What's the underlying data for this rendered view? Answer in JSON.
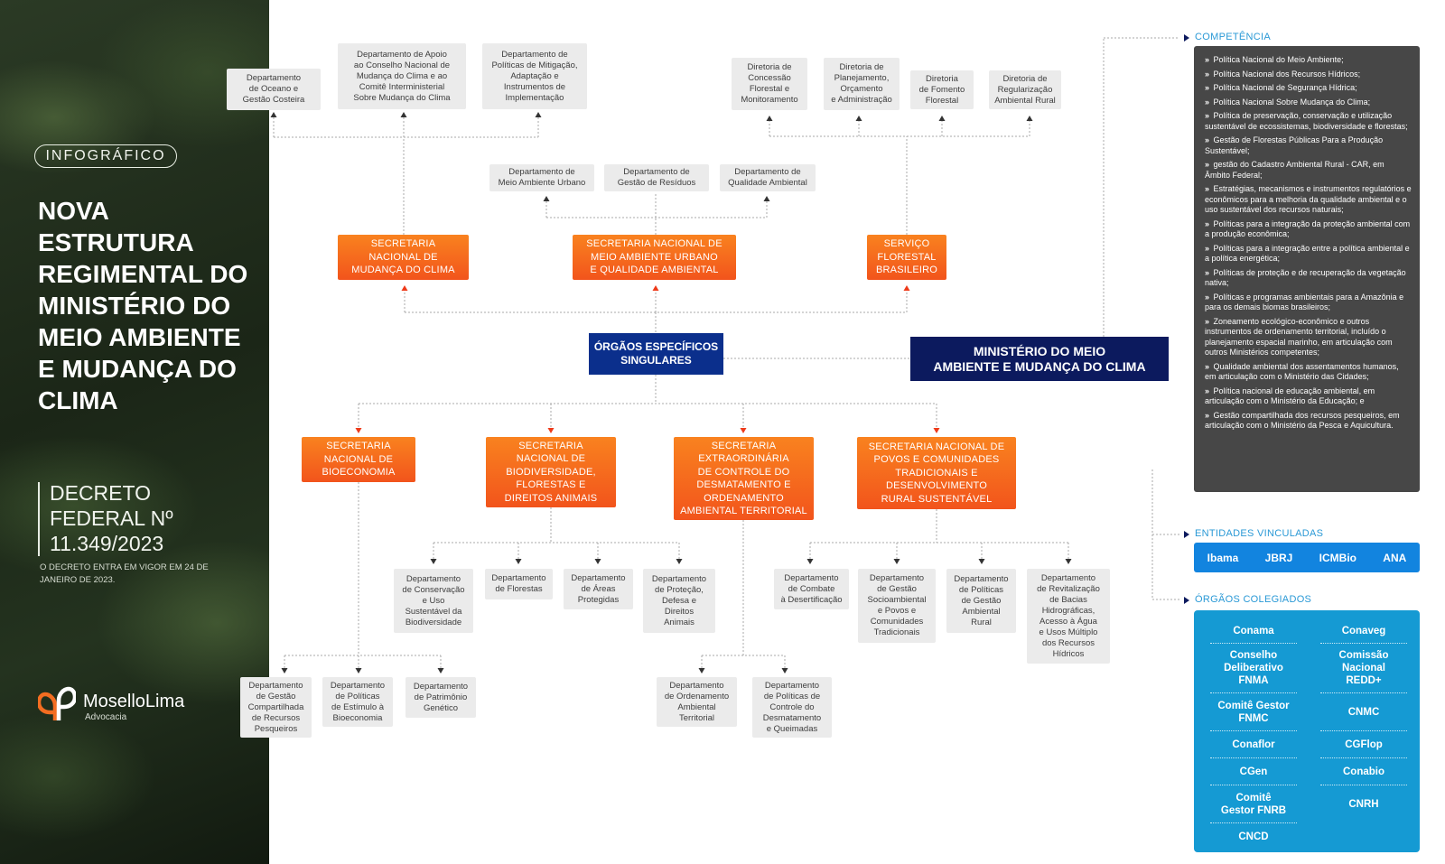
{
  "left": {
    "tag": "INFOGRÁFICO",
    "title": "NOVA ESTRUTURA REGIMENTAL DO MINISTÉRIO DO MEIO AMBIENTE E MUDANÇA DO CLIMA",
    "decree": "DECRETO FEDERAL Nº 11.349/2023",
    "note": "O DECRETO ENTRA EM VIGOR EM 24 DE JANEIRO DE 2023.",
    "logo_name": "MoselloLima",
    "logo_sub": "Advocacia",
    "logo_icon": "tree-logo-icon"
  },
  "org": {
    "ministry": "MINISTÉRIO DO MEIO\nAMBIENTE E MUDANÇA DO CLIMA",
    "orgaos": "ÓRGÃOS ESPECÍFICOS\nSINGULARES",
    "top_secretariats": [
      "SECRETARIA\nNACIONAL DE\nMUDANÇA DO CLIMA",
      "SECRETARIA NACIONAL DE\nMEIO AMBIENTE URBANO\nE QUALIDADE AMBIENTAL",
      "SERVIÇO\nFLORESTAL\nBRASILEIRO"
    ],
    "clima_depts": [
      "Departamento\nde Oceano e\nGestão Costeira",
      "Departamento de Apoio\nao Conselho Nacional de\nMudança do Clima e ao\nComitê Interministerial\nSobre Mudança do Clima",
      "Departamento de\nPolíticas de Mitigação,\nAdaptação  e\nInstrumentos de\nImplementação"
    ],
    "urbano_depts": [
      "Departamento de\nMeio Ambiente Urbano",
      "Departamento de\nGestão de Resíduos",
      "Departamento de\nQualidade Ambiental"
    ],
    "sfb_depts": [
      "Diretoria de\nConcessão\nFlorestal e\nMonitoramento",
      "Diretoria de\nPlanejamento,\nOrçamento\ne Administração",
      "Diretoria\nde Fomento\nFlorestal",
      "Diretoria de\nRegularização\nAmbiental Rural"
    ],
    "bottom_secretariats": [
      "SECRETARIA\nNACIONAL DE\nBIOECONOMIA",
      "SECRETARIA\nNACIONAL DE\nBIODIVERSIDADE,\nFLORESTAS E\nDIREITOS ANIMAIS",
      "SECRETARIA\nEXTRAORDINÁRIA\nDE CONTROLE DO\nDESMATAMENTO E\nORDENAMENTO\nAMBIENTAL TERRITORIAL",
      "SECRETARIA NACIONAL DE\nPOVOS E  COMUNIDADES\nTRADICIONAIS E\nDESENVOLVIMENTO\nRURAL SUSTENTÁVEL"
    ],
    "bio_depts": [
      "Departamento\nde Gestão\nCompartilhada\nde Recursos\nPesqueiros",
      "Departamento\nde Políticas\nde Estímulo à\nBioeconomia",
      "Departamento\nde Patrimônio\nGenético"
    ],
    "biodiv_depts": [
      "Departamento\nde Conservação\ne Uso\nSustentável da\nBiodiversidade",
      "Departamento\nde Florestas",
      "Departamento\nde Áreas\nProtegidas",
      "Departamento\nde Proteção,\nDefesa e\nDireitos\nAnimais"
    ],
    "desmat_depts": [
      "Departamento\nde Ordenamento\nAmbiental\nTerritorial",
      "Departamento\nde Políticas de\nControle do\nDesmatamento\ne Queimadas"
    ],
    "povos_depts": [
      "Departamento\nde Combate\nà Desertificação",
      "Departamento\nde Gestão\nSocioambiental\ne Povos e\nComunidades\nTradicionais",
      "Departamento\nde Políticas\nde Gestão\nAmbiental\nRural",
      "Departamento\nde Revitalização\nde Bacias\nHidrográficas,\nAcesso à Água\ne Usos Múltiplo\ndos Recursos\nHídricos"
    ]
  },
  "competencia": {
    "heading": "COMPETÊNCIA",
    "bullet": "»",
    "items": [
      "Política Nacional do Meio Ambiente;",
      "Política Nacional dos Recursos Hídricos;",
      "Política Nacional de Segurança Hídrica;",
      "Política Nacional Sobre Mudança do Clima;",
      "Política de preservação, conservação e utilização sustentável de ecossistemas, biodiversidade e florestas;",
      "Gestão de Florestas Públicas Para a Produção Sustentável;",
      "gestão do Cadastro Ambiental Rural - CAR, em Âmbito Federal;",
      "Estratégias, mecanismos e instrumentos regulatórios e econômicos para a melhoria da qualidade ambiental e o uso sustentável dos recursos naturais;",
      "Políticas para a integração da proteção ambiental com a produção econômica;",
      "Políticas para a integração entre a política ambiental e a política energética;",
      "Políticas de proteção e de recuperação da vegetação nativa;",
      "Políticas e programas ambientais para a Amazônia e para os demais biomas brasileiros;",
      "Zoneamento ecológico-econômico e outros instrumentos de ordenamento territorial, incluído o planejamento espacial marinho, em articulação com outros Ministérios competentes;",
      "Qualidade ambiental dos assentamentos humanos, em articulação com o Ministério das Cidades;",
      "Política nacional de educação ambiental, em articulação com o Ministério da Educação; e",
      "Gestão compartilhada dos recursos pesqueiros, em articulação com o Ministério da Pesca e Aquicultura."
    ]
  },
  "entidades": {
    "heading": "ENTIDADES VINCULADAS",
    "items": [
      "Ibama",
      "JBRJ",
      "ICMBio",
      "ANA"
    ]
  },
  "orgaos_colegiados": {
    "heading": "ÓRGÃOS COLEGIADOS",
    "left": [
      "Conama",
      "Conselho\nDeliberativo\nFNMA",
      "Comitê Gestor\nFNMC",
      "Conaflor",
      "CGen",
      "Comitê\nGestor FNRB",
      "CNCD"
    ],
    "right": [
      "Conaveg",
      "Comissão\nNacional\nREDD+",
      "CNMC",
      "CGFlop",
      "Conabio",
      "CNRH"
    ]
  },
  "colors": {
    "orange_top": "#f9821f",
    "orange_bottom": "#f2541c",
    "navy": "#0b2f8c",
    "dark_navy": "#0c1a5e",
    "competencia_bg": "#474747",
    "entidades_bg": "#1284df",
    "colegiados_bg": "#159ad3",
    "accent_text": "#2a99d6"
  }
}
